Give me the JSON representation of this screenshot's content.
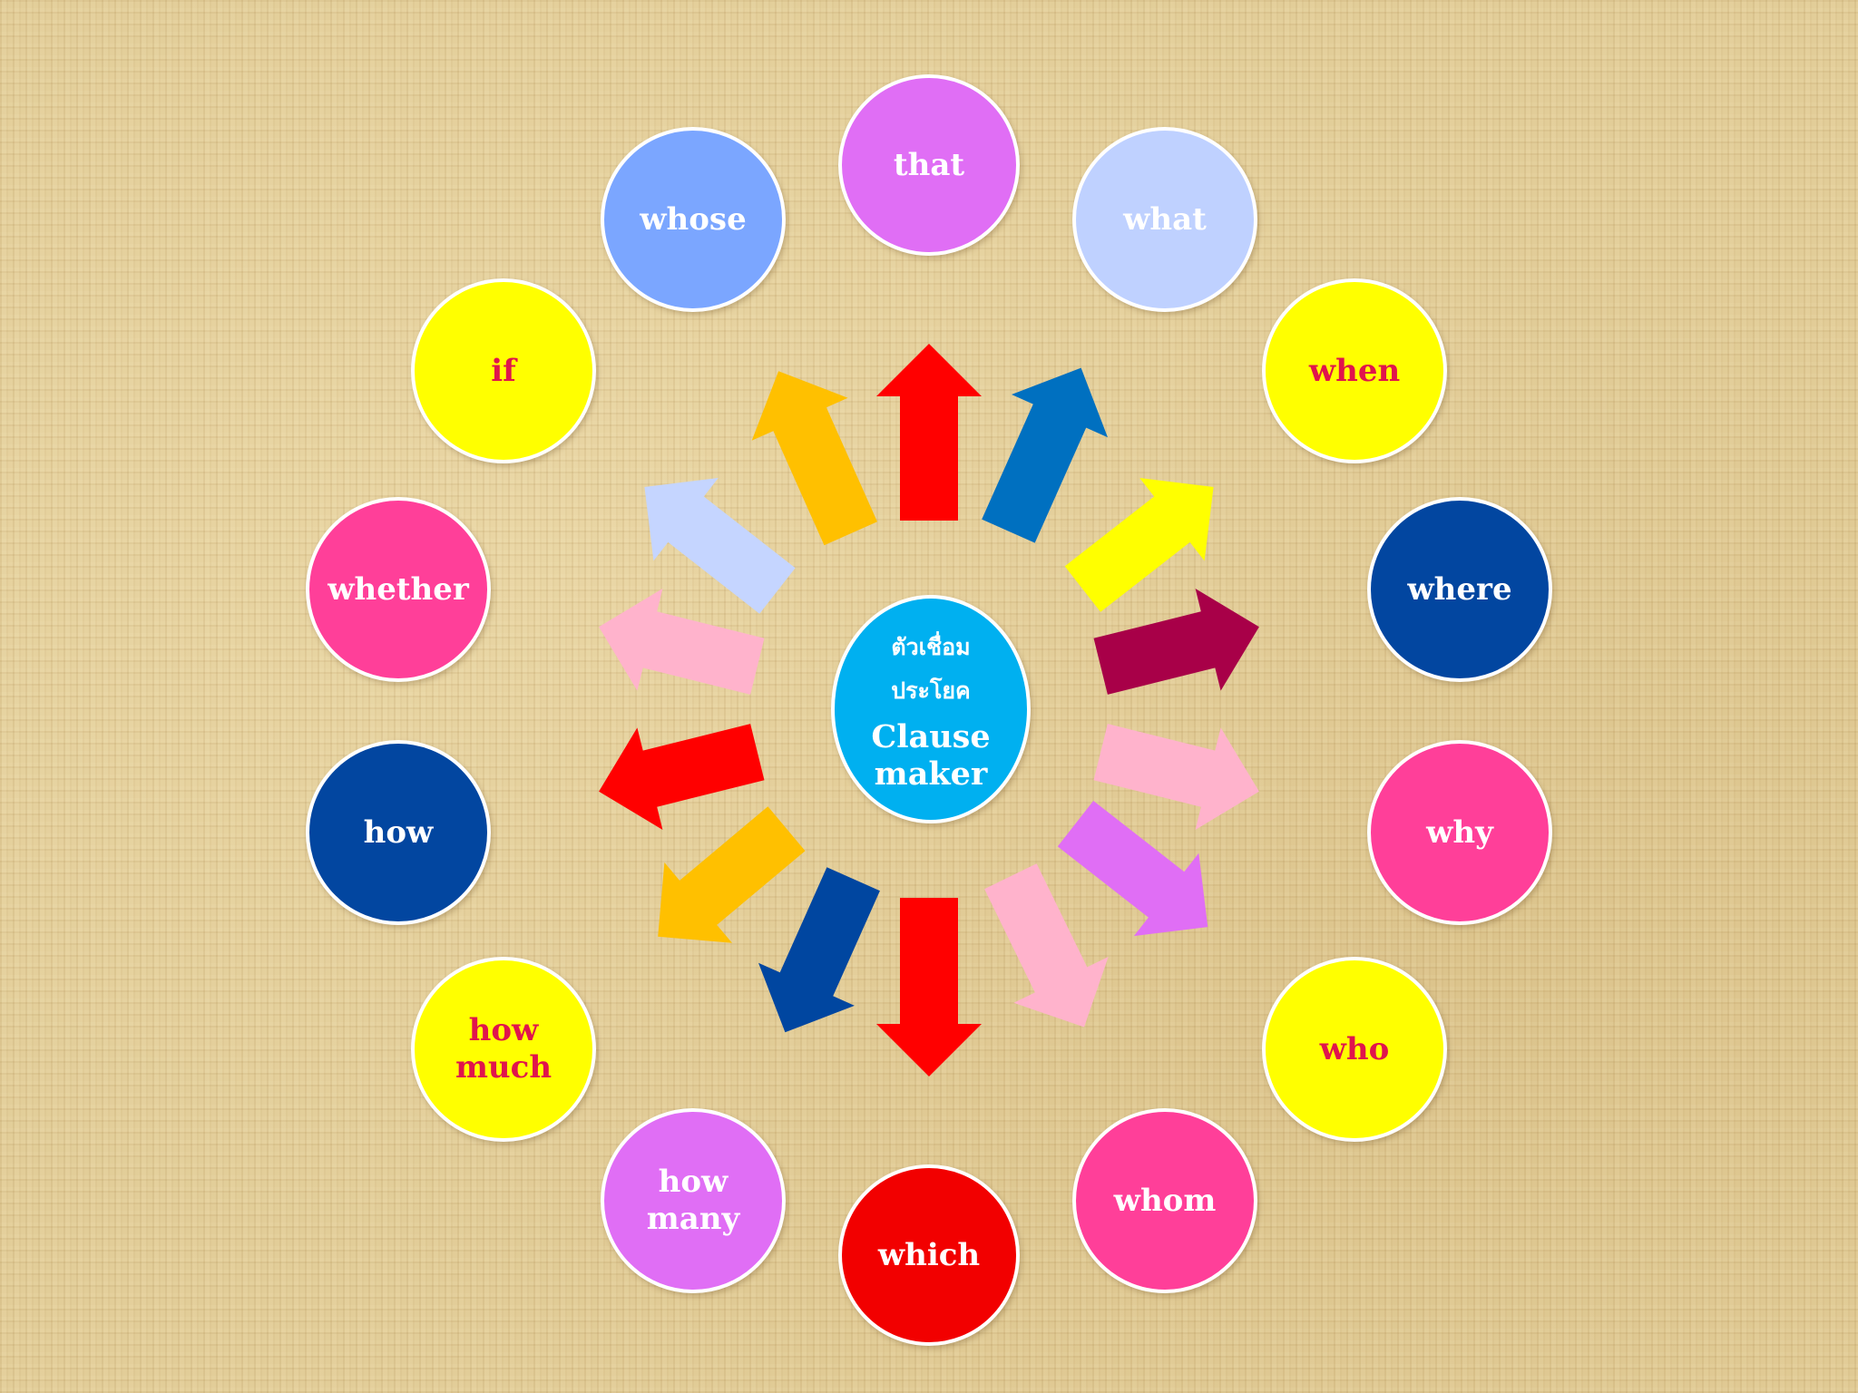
{
  "center": {
    "thai_label": "ตัวเชื่อม\nประโยค",
    "english_label": "Clause\nmaker",
    "color": "#00b0f0"
  },
  "bubbles": [
    {
      "label": "that",
      "fill": "#e06ef5",
      "text_color": "#ffffff"
    },
    {
      "label": "what",
      "fill": "#bfd1ff",
      "text_color": "#ffffff"
    },
    {
      "label": "when",
      "fill": "#ffff00",
      "text_color": "#e0144c"
    },
    {
      "label": "where",
      "fill": "#0246a0",
      "text_color": "#ffffff"
    },
    {
      "label": "why",
      "fill": "#ff3f99",
      "text_color": "#ffffff"
    },
    {
      "label": "who",
      "fill": "#ffff00",
      "text_color": "#e0144c"
    },
    {
      "label": "whom",
      "fill": "#ff3f99",
      "text_color": "#ffffff"
    },
    {
      "label": "which",
      "fill": "#f20000",
      "text_color": "#ffffff"
    },
    {
      "label": "how\nmany",
      "fill": "#e06ef5",
      "text_color": "#ffffff"
    },
    {
      "label": "how\nmuch",
      "fill": "#ffff00",
      "text_color": "#e0144c"
    },
    {
      "label": "how",
      "fill": "#0246a0",
      "text_color": "#ffffff"
    },
    {
      "label": "whether",
      "fill": "#ff3f99",
      "text_color": "#ffffff"
    },
    {
      "label": "if",
      "fill": "#ffff00",
      "text_color": "#e0144c"
    },
    {
      "label": "whose",
      "fill": "#7ba6ff",
      "text_color": "#ffffff"
    }
  ],
  "arrows": [
    {
      "color": "#ff0000"
    },
    {
      "color": "#0070c0"
    },
    {
      "color": "#ffff00"
    },
    {
      "color": "#a80048"
    },
    {
      "color": "#ffb3cc"
    },
    {
      "color": "#e06ef5"
    },
    {
      "color": "#ffb3cc"
    },
    {
      "color": "#ff0000"
    },
    {
      "color": "#0046a0"
    },
    {
      "color": "#ffc000"
    },
    {
      "color": "#ff0000"
    },
    {
      "color": "#ffb3cc"
    },
    {
      "color": "#c5d5ff"
    },
    {
      "color": "#ffc000"
    }
  ]
}
